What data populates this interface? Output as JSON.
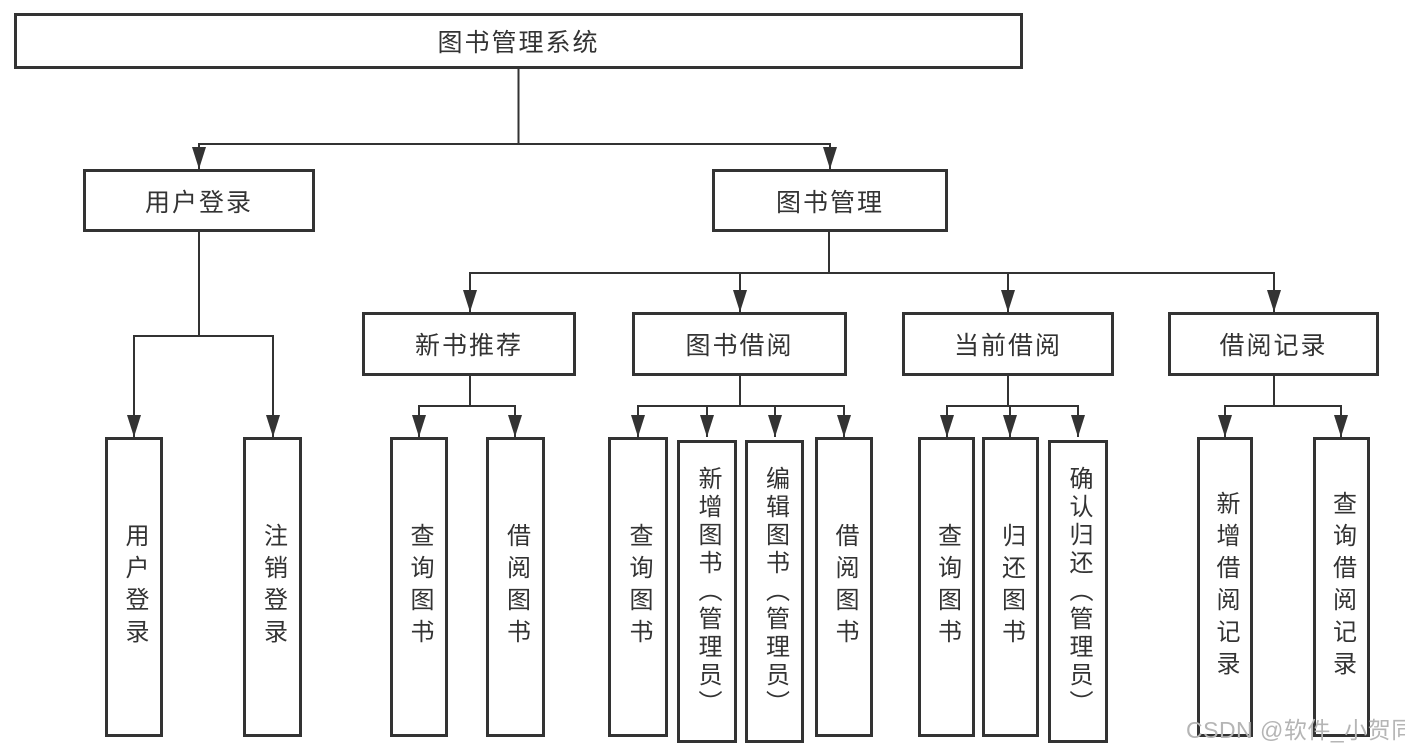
{
  "tree": {
    "root": {
      "label": "图书管理系统"
    },
    "branches": [
      {
        "label": "用户登录",
        "children": [
          {
            "label": "用户登录"
          },
          {
            "label": "注销登录"
          }
        ]
      },
      {
        "label": "图书管理",
        "children": [
          {
            "label": "新书推荐",
            "children": [
              {
                "label": "查询图书"
              },
              {
                "label": "借阅图书"
              }
            ]
          },
          {
            "label": "图书借阅",
            "children": [
              {
                "label": "查询图书"
              },
              {
                "label": "新增图书（管理员）"
              },
              {
                "label": "编辑图书（管理员）"
              },
              {
                "label": "借阅图书"
              }
            ]
          },
          {
            "label": "当前借阅",
            "children": [
              {
                "label": "查询图书"
              },
              {
                "label": "归还图书"
              },
              {
                "label": "确认归还（管理员）"
              }
            ]
          },
          {
            "label": "借阅记录",
            "children": [
              {
                "label": "新增借阅记录"
              },
              {
                "label": "查询借阅记录"
              }
            ]
          }
        ]
      }
    ]
  },
  "watermark": "CSDN @软件_小贺同学",
  "colors": {
    "line": "#333333",
    "node_text": "#333333",
    "watermark_text": "#b5b5b5",
    "background": "#ffffff"
  }
}
